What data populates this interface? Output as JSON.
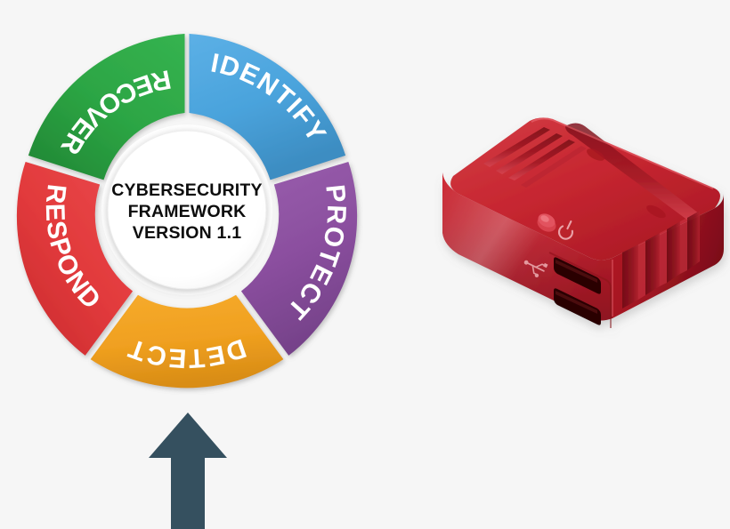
{
  "page": {
    "background_color": "#f6f6f6",
    "title": "NIST Cybersecurity Framework wheel with Raspberry Pi device"
  },
  "wheel": {
    "hub": {
      "line1": "CYBERSECURITY",
      "line2": "FRAMEWORK",
      "line3": "VERSION 1.1",
      "text_color": "#0d0d0d",
      "fill_color": "#ffffff"
    },
    "segments": [
      {
        "id": "identify",
        "label": "IDENTIFY",
        "color": "#4aa3dc",
        "color_dark": "#3d8dc2",
        "start_angle": 0,
        "end_angle": 72,
        "position": "top-right"
      },
      {
        "id": "protect",
        "label": "PROTECT",
        "color": "#8b4f9f",
        "color_dark": "#76428a",
        "start_angle": 72,
        "end_angle": 144,
        "position": "right"
      },
      {
        "id": "detect",
        "label": "DETECT",
        "color": "#f0a020",
        "color_dark": "#d98d16",
        "start_angle": 144,
        "end_angle": 216,
        "position": "bottom"
      },
      {
        "id": "respond",
        "label": "RESPOND",
        "color": "#e23a3c",
        "color_dark": "#cc2d30",
        "start_angle": 216,
        "end_angle": 288,
        "position": "left"
      },
      {
        "id": "recover",
        "label": "RECOVER",
        "color": "#2ca544",
        "color_dark": "#228a36",
        "start_angle": 288,
        "end_angle": 360,
        "position": "top-left"
      }
    ]
  },
  "arrow": {
    "direction": "up",
    "color": "#35505f",
    "points_to": "detect"
  },
  "device": {
    "name": "raspberry-pi-enclosure",
    "body_color": "#c0202c",
    "body_highlight": "#e04a52",
    "body_shadow": "#8e1320",
    "top_color": "#cc2b35",
    "features": [
      "vent-slots-top",
      "vent-slots-right",
      "power-button",
      "power-symbol",
      "usb-symbol",
      "usb-port-upper",
      "usb-port-lower"
    ]
  }
}
